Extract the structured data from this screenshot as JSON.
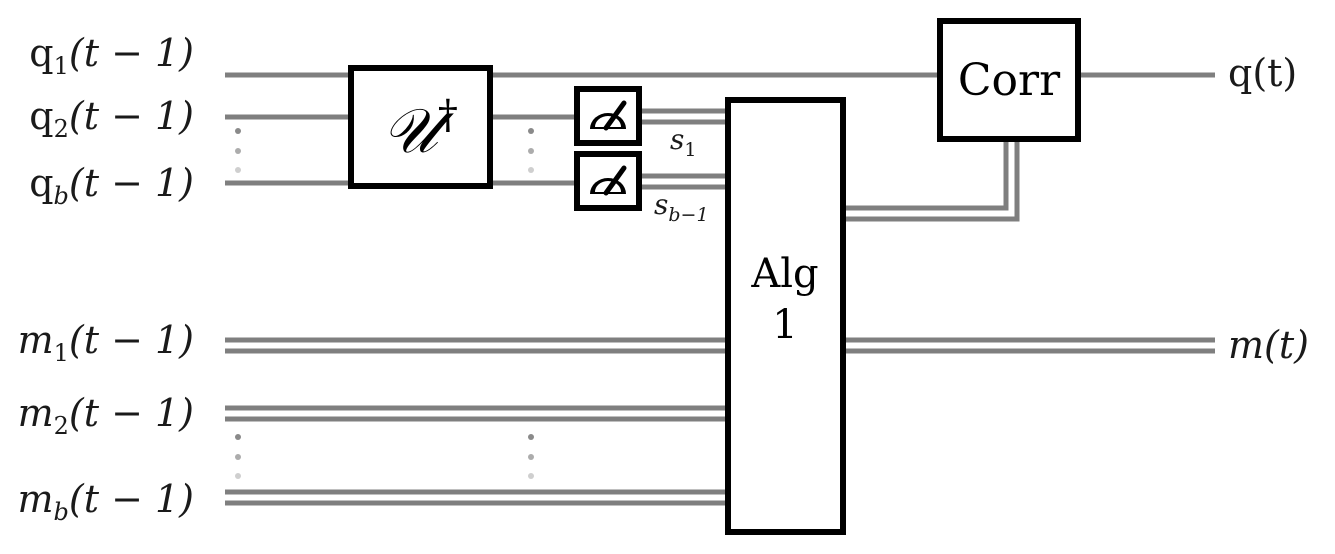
{
  "inputs": {
    "q1": {
      "main": "q",
      "sub": "1",
      "arg": "(t − 1)"
    },
    "q2": {
      "main": "q",
      "sub": "2",
      "arg": "(t − 1)"
    },
    "qb": {
      "main": "q",
      "sub": "b",
      "arg": "(t − 1)"
    },
    "m1": {
      "main": "m",
      "sub": "1",
      "arg": "(t − 1)"
    },
    "m2": {
      "main": "m",
      "sub": "2",
      "arg": "(t − 1)"
    },
    "mb": {
      "main": "m",
      "sub": "b",
      "arg": "(t − 1)"
    }
  },
  "outputs": {
    "q": "q(t)",
    "m": "m(t)"
  },
  "gates": {
    "unitary": {
      "main": "𝒰",
      "sup": "†"
    },
    "corr": "Corr",
    "alg_line1": "Alg",
    "alg_line2": "1"
  },
  "measurement_labels": {
    "s1": {
      "main": "s",
      "sub": "1"
    },
    "sb": {
      "main": "s",
      "sub": "b−1"
    }
  },
  "colors": {
    "wire": "#7f7f7f",
    "box_stroke": "#000000",
    "dots_dark": "#8a8a8a",
    "dots_light": "#cfcfcf"
  }
}
